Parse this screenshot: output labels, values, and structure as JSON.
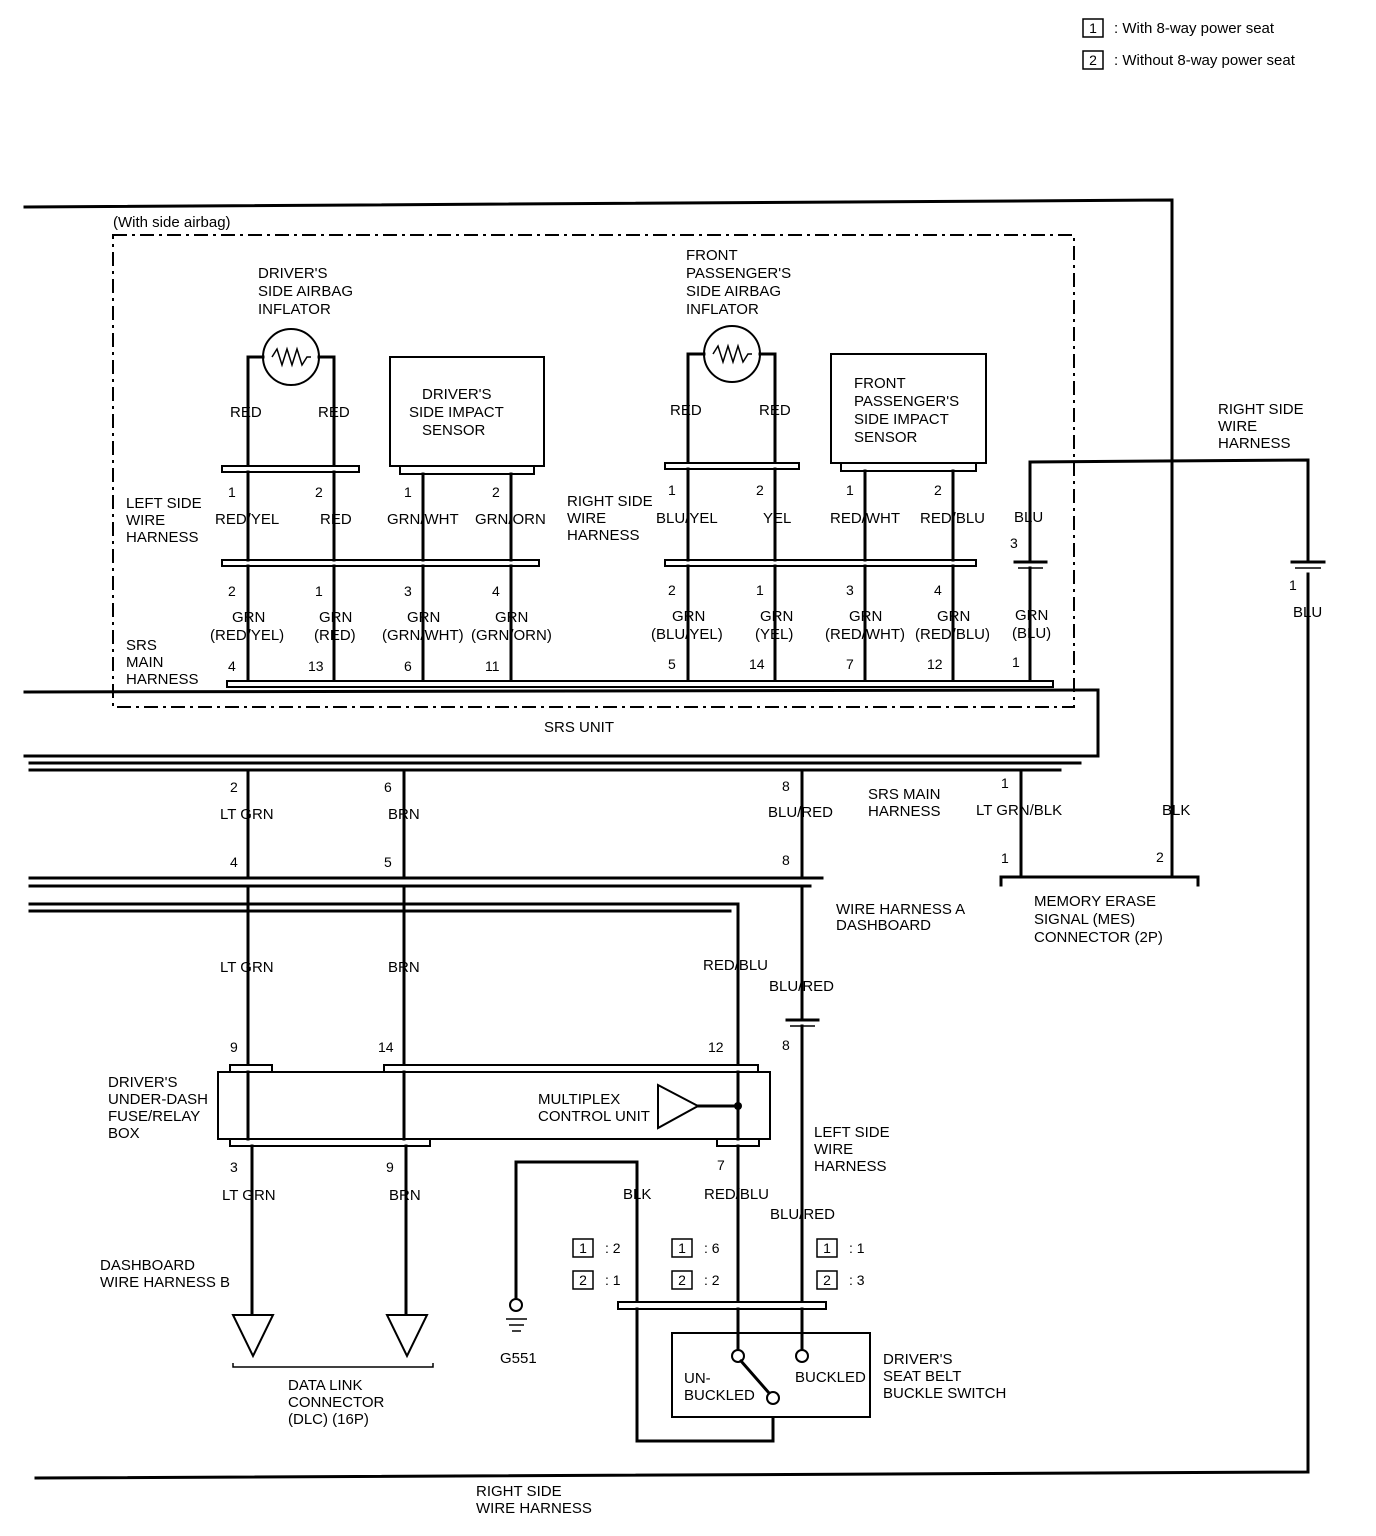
{
  "legend": {
    "item1": {
      "key": "1",
      "text": ": With 8-way power seat"
    },
    "item2": {
      "key": "2",
      "text": ": Without 8-way power seat"
    }
  },
  "side_airbag_note": "(With side airbag)",
  "components": {
    "drivers_inflator": [
      "DRIVER'S",
      "SIDE AIRBAG",
      "INFLATOR"
    ],
    "drivers_impact_sensor": [
      "DRIVER'S",
      "SIDE IMPACT",
      "SENSOR"
    ],
    "passenger_inflator": [
      "FRONT",
      "PASSENGER'S",
      "SIDE AIRBAG",
      "INFLATOR"
    ],
    "passenger_impact_sensor": [
      "FRONT",
      "PASSENGER'S",
      "SIDE IMPACT",
      "SENSOR"
    ],
    "srs_unit": "SRS UNIT",
    "multiplex": [
      "MULTIPLEX",
      "CONTROL UNIT"
    ],
    "fuse_box": [
      "DRIVER'S",
      "UNDER-DASH",
      "FUSE/RELAY",
      "BOX"
    ],
    "mes_connector": [
      "MEMORY ERASE",
      "SIGNAL (MES)",
      "CONNECTOR (2P)"
    ],
    "dlc": [
      "DATA LINK",
      "CONNECTOR",
      "(DLC) (16P)"
    ],
    "buckle_switch": [
      "DRIVER'S",
      "SEAT BELT",
      "BUCKLE SWITCH"
    ],
    "unbuckled": [
      "UN-",
      "BUCKLED"
    ],
    "buckled": "BUCKLED",
    "ground": "G551"
  },
  "harnesses": {
    "left_side_top": [
      "LEFT SIDE",
      "WIRE",
      "HARNESS"
    ],
    "right_side_top": [
      "RIGHT SIDE",
      "WIRE",
      "HARNESS"
    ],
    "srs_main_left": [
      "SRS",
      "MAIN",
      "HARNESS"
    ],
    "right_side_far": [
      "RIGHT SIDE",
      "WIRE",
      "HARNESS"
    ],
    "srs_main_mid": [
      "SRS MAIN",
      "HARNESS"
    ],
    "wire_harness_a": [
      "WIRE HARNESS A",
      "DASHBOARD"
    ],
    "left_side_lower": [
      "LEFT SIDE",
      "WIRE",
      "HARNESS"
    ],
    "dashboard_b": [
      "DASHBOARD",
      "WIRE HARNESS B"
    ],
    "right_side_bottom": [
      "RIGHT SIDE",
      "WIRE HARNESS"
    ]
  },
  "wires": {
    "inflator_l1": "RED",
    "inflator_l2": "RED",
    "inflator_r1": "RED",
    "inflator_r2": "RED",
    "left_mid": [
      "RED/YEL",
      "RED",
      "GRN/WHT",
      "GRN/ORN"
    ],
    "right_mid": [
      "BLU/YEL",
      "YEL",
      "RED/WHT",
      "RED/BLU"
    ],
    "left_low": [
      [
        "GRN",
        "(RED/YEL)"
      ],
      [
        "GRN",
        "(RED)"
      ],
      [
        "GRN",
        "(GRN/WHT)"
      ],
      [
        "GRN",
        "(GRN/ORN)"
      ]
    ],
    "right_low": [
      [
        "GRN",
        "(BLU/YEL)"
      ],
      [
        "GRN",
        "(YEL)"
      ],
      [
        "GRN",
        "(RED/WHT)"
      ],
      [
        "GRN",
        "(RED/BLU)"
      ]
    ],
    "blu_top": "BLU",
    "grn_blu": [
      "GRN",
      "(BLU)"
    ],
    "blu_far": "BLU",
    "lt_grn_1": "LT GRN",
    "brn_1": "BRN",
    "blu_red_1": "BLU/RED",
    "lt_grn_blk": "LT GRN/BLK",
    "blk_1": "BLK",
    "lt_grn_2": "LT GRN",
    "brn_2": "BRN",
    "red_blu_1": "RED/BLU",
    "blu_red_2": "BLU/RED",
    "lt_grn_3": "LT GRN",
    "brn_3": "BRN",
    "blk_2": "BLK",
    "red_blu_2": "RED/BLU",
    "blu_red_3": "BLU/RED"
  },
  "pins": {
    "left_top": [
      "1",
      "2",
      "1",
      "2"
    ],
    "right_top": [
      "1",
      "2",
      "1",
      "2"
    ],
    "left_mid": [
      "2",
      "1",
      "3",
      "4"
    ],
    "right_mid": [
      "2",
      "1",
      "3",
      "4"
    ],
    "blu_pin": "3",
    "far_blu_pin": "1",
    "srs_left": [
      "4",
      "13",
      "6",
      "11"
    ],
    "srs_right": [
      "5",
      "14",
      "7",
      "12",
      "1"
    ],
    "srs_bottom": [
      "2",
      "6",
      "8",
      "1"
    ],
    "harness_a_top": [
      "4",
      "5",
      "8"
    ],
    "mes": [
      "1",
      "2"
    ],
    "lower_8": "8",
    "fuse_top": [
      "9",
      "14",
      "12"
    ],
    "fuse_bottom": [
      "3",
      "9",
      "7"
    ]
  },
  "switch_variants": {
    "blk": [
      {
        "key": "1",
        "val": ": 2"
      },
      {
        "key": "2",
        "val": ": 1"
      }
    ],
    "red_blu": [
      {
        "key": "1",
        "val": ": 6"
      },
      {
        "key": "2",
        "val": ": 2"
      }
    ],
    "blu_red": [
      {
        "key": "1",
        "val": ": 1"
      },
      {
        "key": "2",
        "val": ": 3"
      }
    ]
  }
}
